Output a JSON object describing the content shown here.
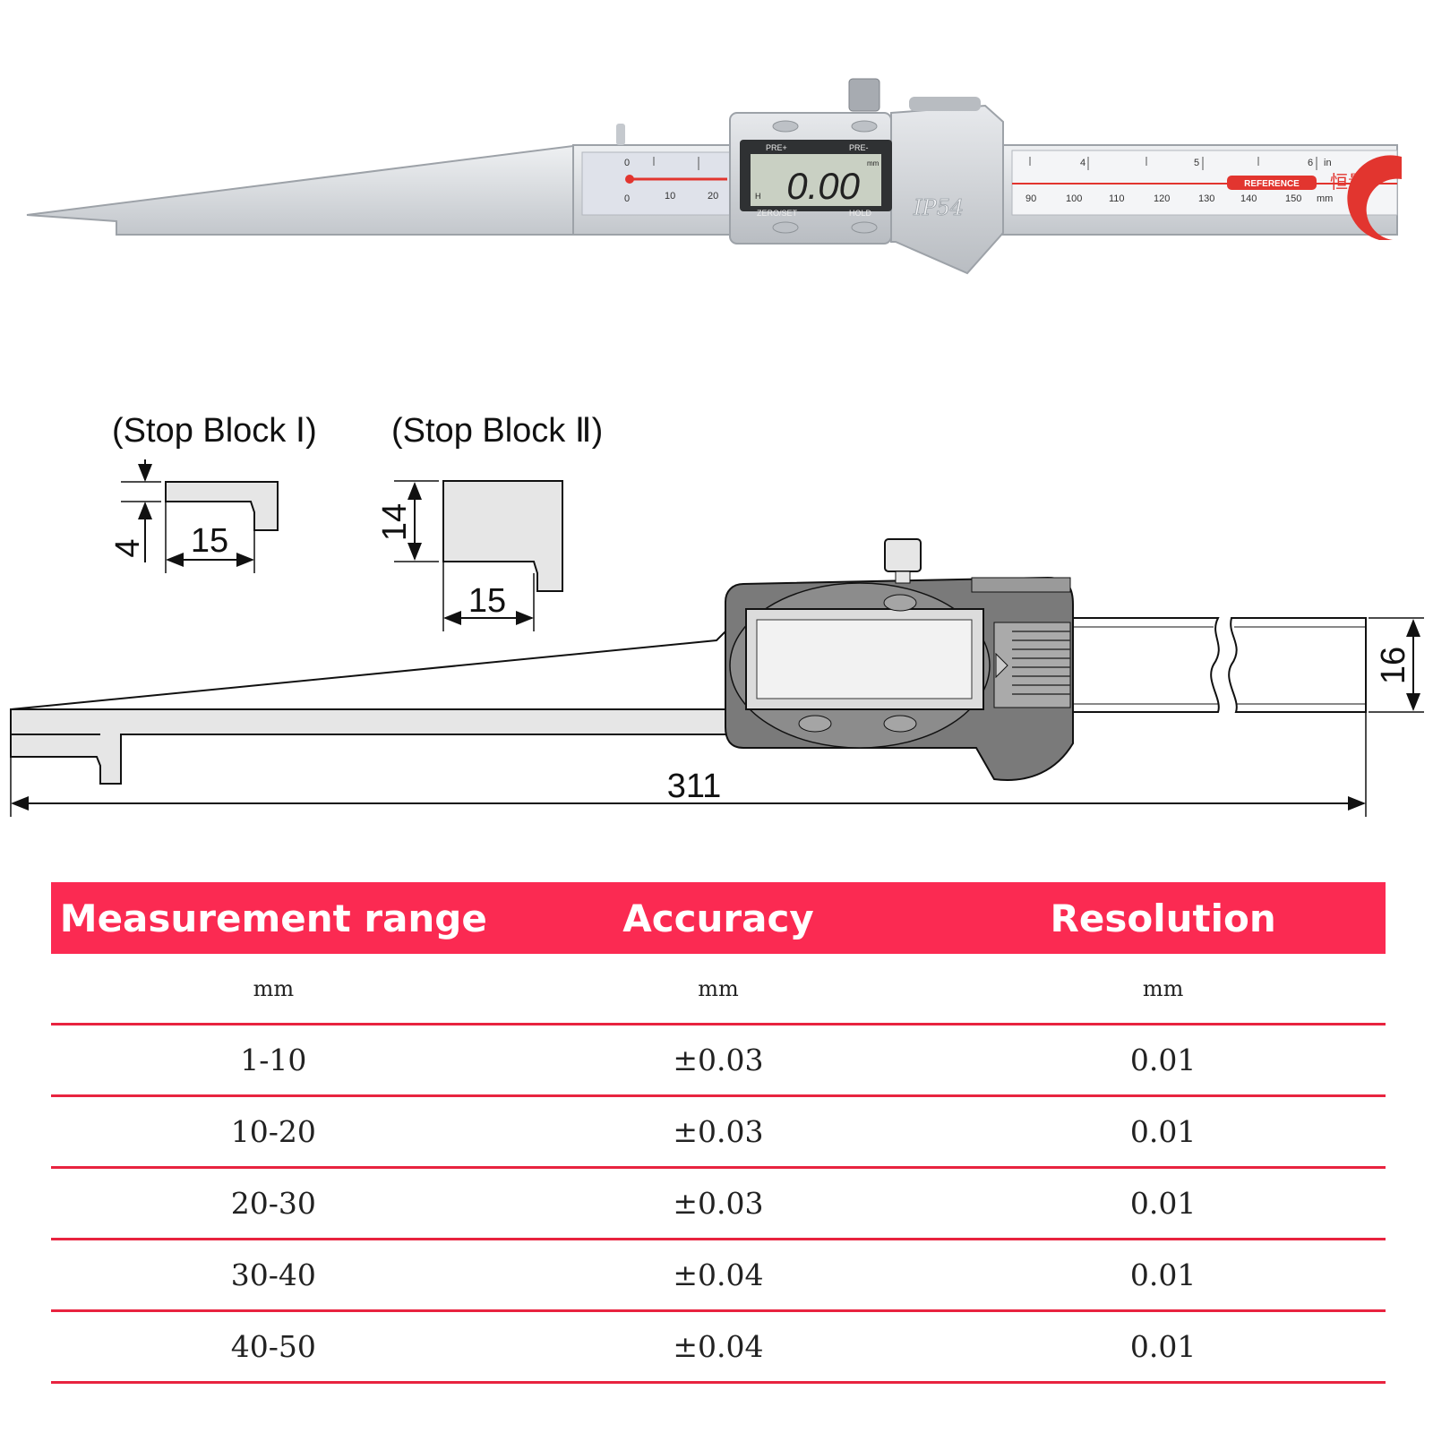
{
  "photo": {
    "lcd_reading": "0.00",
    "lcd_unit": "mm",
    "lcd_hold_flag": "H",
    "btn_pre_plus": "PRE+",
    "btn_pre_minus": "PRE-",
    "btn_zero_set": "ZERO/SET",
    "btn_hold": "HOLD",
    "rating": "IP54",
    "reference_label": "REFERENCE",
    "brand": "恒量",
    "left_scale_top": [
      "0"
    ],
    "left_scale_bottom": [
      "0",
      "10",
      "20"
    ],
    "right_scale_inch": [
      "4",
      "5",
      "6"
    ],
    "inch_unit": "in",
    "right_scale_mm": [
      "90",
      "100",
      "110",
      "120",
      "130",
      "140",
      "150"
    ],
    "mm_unit": "mm"
  },
  "drawing": {
    "stop_block_1_label": "(Stop Block Ⅰ)",
    "stop_block_2_label": "(Stop Block Ⅱ)",
    "sb1_height": "4",
    "sb1_width": "15",
    "sb2_height": "14",
    "sb2_width": "15",
    "overall_length": "311",
    "beam_height": "16"
  },
  "table": {
    "headers": [
      "Measurement range",
      "Accuracy",
      "Resolution"
    ],
    "units": [
      "mm",
      "mm",
      "mm"
    ],
    "rows": [
      [
        "1-10",
        "±0.03",
        "0.01"
      ],
      [
        "10-20",
        "±0.03",
        "0.01"
      ],
      [
        "20-30",
        "±0.03",
        "0.01"
      ],
      [
        "30-40",
        "±0.04",
        "0.01"
      ],
      [
        "40-50",
        "±0.04",
        "0.01"
      ]
    ]
  },
  "colors": {
    "accent_red": "#fb2a52",
    "row_line_red": "#e8233f",
    "steel": "#d4d7db",
    "drawing_body": "#7a7a7a",
    "drawing_fill": "#e6e6e6"
  }
}
